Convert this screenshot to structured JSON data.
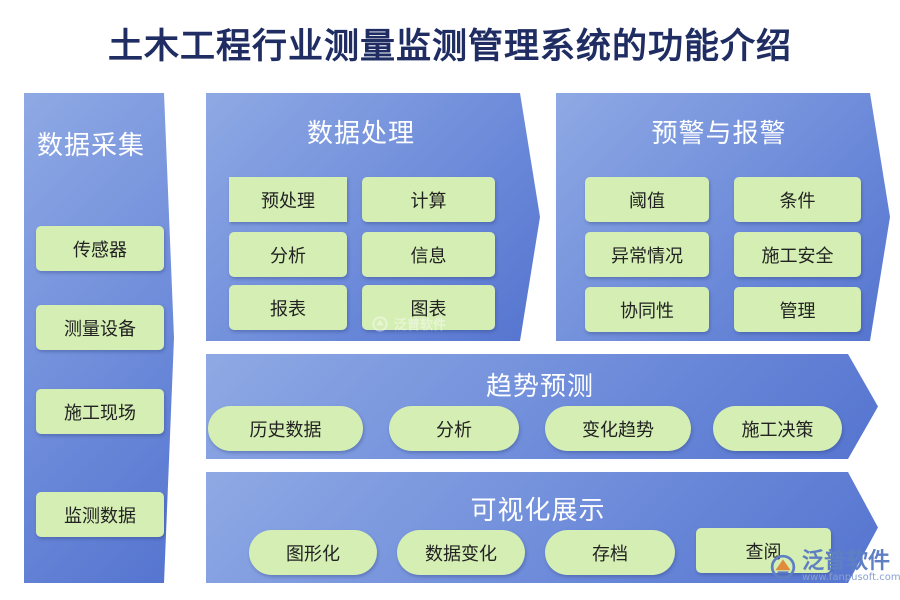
{
  "title": "土木工程行业测量监测管理系统的功能介绍",
  "data_collection": {
    "title": "数据采集",
    "items": [
      "传感器",
      "测量设备",
      "施工现场",
      "监测数据"
    ]
  },
  "data_processing": {
    "title": "数据处理",
    "items": [
      "预处理",
      "计算",
      "分析",
      "信息",
      "报表",
      "图表"
    ]
  },
  "warning": {
    "title": "预警与报警",
    "items": [
      "阈值",
      "条件",
      "异常情况",
      "施工安全",
      "协同性",
      "管理"
    ]
  },
  "trend": {
    "title": "趋势预测",
    "items": [
      "历史数据",
      "分析",
      "变化趋势",
      "施工决策"
    ]
  },
  "visualization": {
    "title": "可视化展示",
    "items": [
      "图形化",
      "数据变化",
      "存档",
      "查阅"
    ]
  },
  "watermark": {
    "text": "泛普软件",
    "url": "www.fanpusoft.com"
  },
  "colors": {
    "panel": "#6e8cda",
    "item": "#d4eeb3",
    "title": "#1f2d63"
  }
}
